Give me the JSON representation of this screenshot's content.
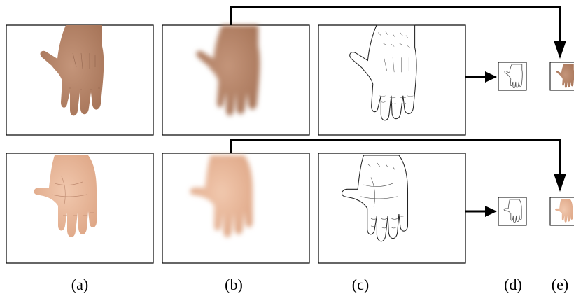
{
  "figure": {
    "panel_labels": [
      "(a)",
      "(b)",
      "(c)",
      "(d)",
      "(e)"
    ],
    "rows": [
      {
        "view": "back-of-hand",
        "original_photo": {
          "content": "photo-hand-dorsal-skin"
        },
        "blurred_photo": {
          "content": "photo-hand-dorsal-blurred"
        },
        "sketch": {
          "content": "pencil-sketch-hand-dorsal"
        },
        "sketch_thumbnail": {
          "content": "pencil-sketch-thumbnail"
        },
        "color_thumbnail": {
          "content": "color-hand-thumbnail"
        }
      },
      {
        "view": "palm-of-hand",
        "original_photo": {
          "content": "photo-hand-palm-skin"
        },
        "blurred_photo": {
          "content": "photo-hand-palm-blurred"
        },
        "sketch": {
          "content": "pencil-sketch-hand-palm"
        },
        "sketch_thumbnail": {
          "content": "pencil-sketch-thumbnail"
        },
        "color_thumbnail": {
          "content": "color-hand-thumbnail"
        }
      }
    ],
    "colors": {
      "skin_dorsal": "#b8886a",
      "skin_palm": "#e8b89a",
      "line": "#000000",
      "panel_border": "#000000"
    }
  }
}
